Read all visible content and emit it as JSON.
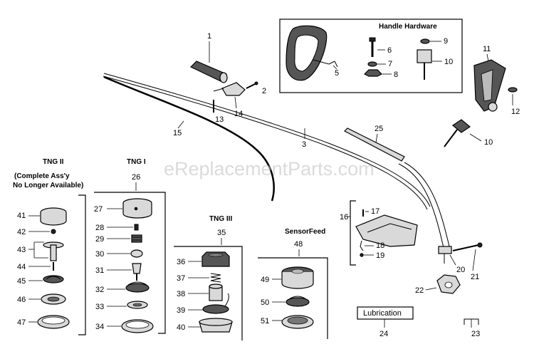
{
  "watermark": "eReplacementParts.com",
  "groups": {
    "handle_hardware": "Handle Hardware",
    "tng2": "TNG II",
    "tng2_note_1": "(Complete Ass'y",
    "tng2_note_2": "No Longer  Available)",
    "tng1": "TNG I",
    "tng3": "TNG III",
    "sensorfeed": "SensorFeed",
    "lubrication": "Lubrication"
  },
  "callouts": {
    "p1": "1",
    "p2": "2",
    "p3": "3",
    "p5": "5",
    "p6": "6",
    "p7": "7",
    "p8": "8",
    "p9": "9",
    "p10a": "10",
    "p10b": "10",
    "p11": "11",
    "p12": "12",
    "p13": "13",
    "p14": "14",
    "p15": "15",
    "p16": "16",
    "p17": "17",
    "p18": "18",
    "p19": "19",
    "p20": "20",
    "p21": "21",
    "p22": "22",
    "p23": "23",
    "p24": "24",
    "p25": "25",
    "p26": "26",
    "p27": "27",
    "p28": "28",
    "p29": "29",
    "p30": "30",
    "p31": "31",
    "p32": "32",
    "p33": "33",
    "p34": "34",
    "p35": "35",
    "p36": "36",
    "p37": "37",
    "p38": "38",
    "p39": "39",
    "p40": "40",
    "p41": "41",
    "p42": "42",
    "p43": "43",
    "p44": "44",
    "p45": "45",
    "p46": "46",
    "p47": "47",
    "p48": "48",
    "p49": "49",
    "p50": "50",
    "p51": "51"
  }
}
